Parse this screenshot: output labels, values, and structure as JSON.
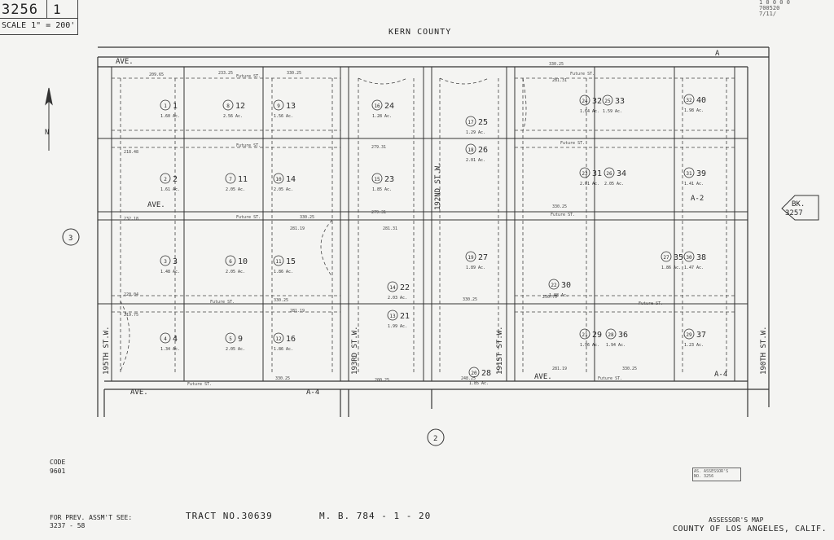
{
  "header": {
    "sheet": "3256",
    "page": "1",
    "scale": "SCALE 1\" = 200'"
  },
  "stamp": [
    "1 0 0 0 0",
    "700520",
    "7/11/"
  ],
  "county_top": "KERN COUNTY",
  "streets": {
    "top_ave": "AVE.",
    "top_a": "A",
    "mid_ave": "AVE.",
    "mid_a2": "A-2",
    "bottom_ave_left": "AVE.",
    "bottom_a4_left": "A-4",
    "bottom_ave_right": "AVE.",
    "bottom_a4_right": "A-4",
    "st_195": "195TH ST.W.",
    "st_193": "193RD ST.W.",
    "st_192": "192ND ST.W.",
    "st_191": "191ST ST.W.",
    "st_190": "190TH ST.W.",
    "future_st": "Future ST."
  },
  "neighbors": {
    "left": "3",
    "bottom": "2",
    "right_bk": "BK.",
    "right_num": "3257"
  },
  "north_label": "N",
  "parcels": [
    {
      "id": "1",
      "circle": "1",
      "acres": "1.60 Ac."
    },
    {
      "id": "2",
      "circle": "2",
      "acres": "1.61 Ac."
    },
    {
      "id": "3",
      "circle": "3",
      "acres": "1.48 Ac."
    },
    {
      "id": "4",
      "circle": "4",
      "acres": "1.34 Ac."
    },
    {
      "id": "12",
      "circle": "8",
      "acres": "2.56 Ac."
    },
    {
      "id": "13",
      "circle": "9",
      "acres": "1.56 Ac."
    },
    {
      "id": "11",
      "circle": "7",
      "acres": "2.05 Ac."
    },
    {
      "id": "14",
      "circle": "10",
      "acres": "2.05 Ac."
    },
    {
      "id": "10",
      "circle": "6",
      "acres": "2.05 Ac."
    },
    {
      "id": "15",
      "circle": "11",
      "acres": "1.86 Ac."
    },
    {
      "id": "9",
      "circle": "5",
      "acres": "2.05 Ac."
    },
    {
      "id": "16",
      "circle": "12",
      "acres": "1.86 Ac."
    },
    {
      "id": "24",
      "circle": "16",
      "acres": "1.28 Ac."
    },
    {
      "id": "23",
      "circle": "15",
      "acres": "1.85 Ac."
    },
    {
      "id": "22",
      "circle": "14",
      "acres": "2.03 Ac."
    },
    {
      "id": "21",
      "circle": "13",
      "acres": "1.99 Ac."
    },
    {
      "id": "25",
      "circle": "17",
      "acres": "1.29 Ac."
    },
    {
      "id": "26",
      "circle": "18",
      "acres": "2.01 Ac."
    },
    {
      "id": "27",
      "circle": "19",
      "acres": "1.89 Ac."
    },
    {
      "id": "28",
      "circle": "20",
      "acres": "1.85 Ac."
    },
    {
      "id": "32",
      "circle": "24",
      "acres": "1.64 Ac."
    },
    {
      "id": "33",
      "circle": "25",
      "acres": "1.59 Ac."
    },
    {
      "id": "31",
      "circle": "23",
      "acres": "2.01 Ac."
    },
    {
      "id": "34",
      "circle": "26",
      "acres": "2.05 Ac."
    },
    {
      "id": "30",
      "circle": "22",
      "acres": "1.88 Ac."
    },
    {
      "id": "35",
      "circle": "27",
      "acres": "1.86 Ac."
    },
    {
      "id": "29",
      "circle": "21",
      "acres": "1.96 Ac."
    },
    {
      "id": "36",
      "circle": "28",
      "acres": "1.94 Ac."
    },
    {
      "id": "40",
      "circle": "32",
      "acres": "1.98 Ac."
    },
    {
      "id": "39",
      "circle": "31",
      "acres": "1.41 Ac."
    },
    {
      "id": "38",
      "circle": "30",
      "acres": "1.47 Ac."
    },
    {
      "id": "37",
      "circle": "29",
      "acres": "1.23 Ac."
    }
  ],
  "dims": {
    "d1": "209.65",
    "d2": "233.25",
    "d3": "330.25",
    "d4": "330.25",
    "d5": "281.31",
    "d6": "330.25",
    "d7": "279.31",
    "d8": "218.48",
    "d9": "232.18",
    "d10": "279.31",
    "d11": "219.75",
    "d12": "330.25",
    "d13": "330.25",
    "d14": "281.19",
    "d15": "256.75",
    "d16": "220.04",
    "d17": "330.25",
    "d18": "281.19",
    "d19": "200.25",
    "d20": "248.25",
    "d21": "330.25",
    "d22": "281.19",
    "d23": "281.31",
    "d24": "330.25"
  },
  "footer": {
    "code_label": "CODE",
    "code_value": "9601",
    "prev_label": "FOR PREV. ASSM'T SEE:",
    "prev_value": "3237 - 58",
    "tract": "TRACT  NO.30639",
    "mb": "M. B. 784 - 1 - 20",
    "assessor": "ASSESSOR'S MAP",
    "county": "COUNTY OF LOS ANGELES, CALIF.",
    "stamp_box": [
      "AS. ASSESSOR'S",
      "NO. 3256"
    ]
  }
}
